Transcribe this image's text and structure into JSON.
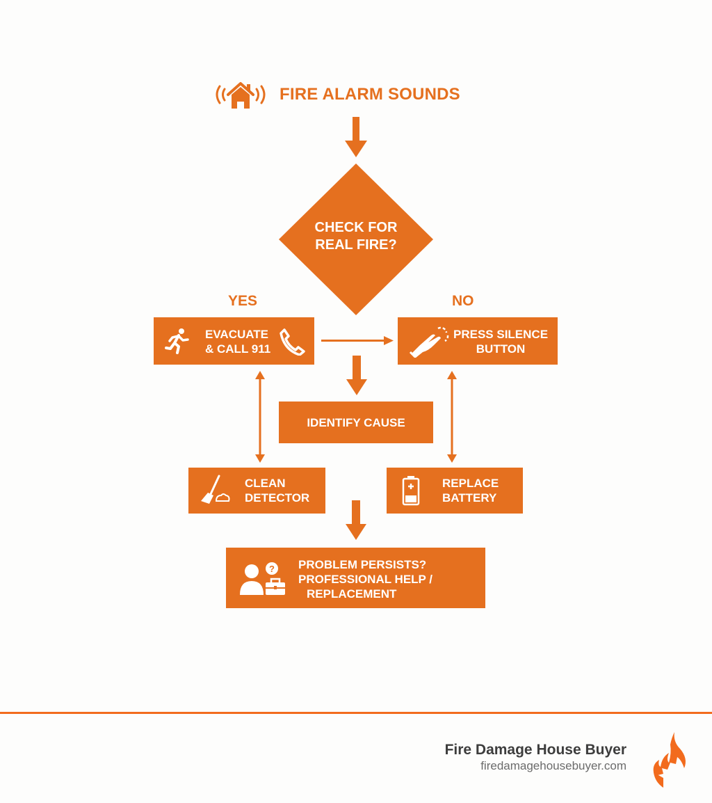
{
  "title": {
    "text": "FIRE ALARM SOUNDS",
    "icon": "house-alarm-icon"
  },
  "decision": {
    "text_line1": "CHECK FOR",
    "text_line2": "REAL FIRE?"
  },
  "branches": {
    "yes": "YES",
    "no": "NO"
  },
  "nodes": {
    "evacuate": {
      "line1": "EVACUATE",
      "line2": "& CALL 911",
      "icons": [
        "running-person-icon",
        "phone-icon"
      ]
    },
    "silence": {
      "line1": "PRESS SILENCE",
      "line2": "BUTTON",
      "icon": "hand-press-icon"
    },
    "identify": {
      "line1": "IDENTIFY CAUSE"
    },
    "clean": {
      "line1": "CLEAN",
      "line2": "DETECTOR",
      "icon": "broom-icon"
    },
    "battery": {
      "line1": "REPLACE",
      "line2": "BATTERY",
      "icon": "battery-icon"
    },
    "professional": {
      "line1": "PROBLEM PERSISTS?",
      "line2": "PROFESSIONAL HELP /",
      "line3": "REPLACEMENT",
      "icon": "person-question-toolbox-icon"
    }
  },
  "footer": {
    "brand_name": "Fire Damage House Buyer",
    "brand_url": "firedamagehousebuyer.com",
    "logo_icon": "flame-logo-icon"
  },
  "colors": {
    "accent": "#e5701f",
    "footer_line": "#f26b1d",
    "brand_text": "#3d3d3d",
    "url_text": "#6b6b6b"
  }
}
